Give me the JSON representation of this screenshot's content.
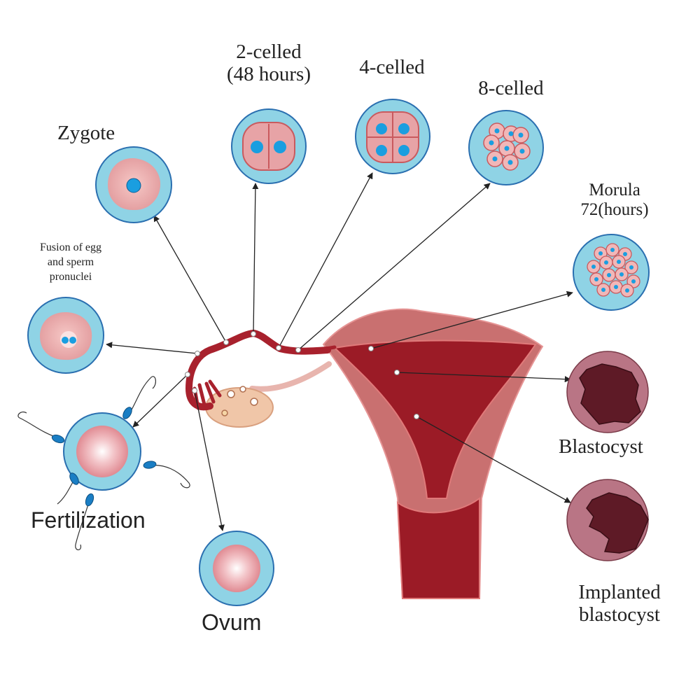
{
  "labels": {
    "zygote": "Zygote",
    "two_celled_line1": "2-celled",
    "two_celled_line2": "(48 hours)",
    "four_celled": "4-celled",
    "eight_celled": "8-celled",
    "morula_line1": "Morula",
    "morula_line2": "72(hours)",
    "fusion_line1": "Fusion of egg",
    "fusion_line2": "and sperm",
    "fusion_line3": "pronuclei",
    "fertilization": "Fertilization",
    "ovum": "Ovum",
    "blastocyst": "Blastocyst",
    "implanted_line1": "Implanted",
    "implanted_line2": "blastocyst"
  },
  "colors": {
    "cell_outer": "#8fd3e5",
    "cell_stroke": "#2a6fb0",
    "cytoplasm": "#e7a3a6",
    "nucleus": "#1a9ee0",
    "uterus_outer": "#c97070",
    "uterus_cavity": "#9b1b26",
    "tube": "#a8212d",
    "ovary": "#f0c6a8",
    "blastocyst_ring": "#b97585",
    "blastocyst_core": "#5e1a26",
    "arrow": "#222222"
  }
}
